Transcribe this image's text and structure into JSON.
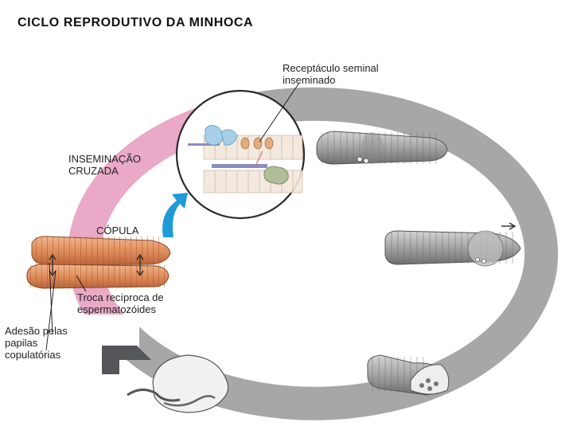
{
  "title": "CICLO REPRODUTIVO DA MINHOCA",
  "labels": {
    "receptaculo": [
      "Receptáculo seminal",
      "inseminado"
    ],
    "inseminacao": [
      "INSEMINAÇÃO",
      "CRUZADA"
    ],
    "copula": "CÓPULA",
    "troca": [
      "Troca recíproca de",
      "espermatozóides"
    ],
    "adesao": [
      "Adesão pelas",
      "papilas",
      "copulatórias"
    ]
  },
  "colors": {
    "ring_pink": "#e8a7c5",
    "ring_gray": "#a5a5a5",
    "arrow_dark": "#55565a",
    "arrow_blue": "#1f9bd8",
    "worm_orange": "#e39466",
    "worm_gray": "#9d9d9d"
  },
  "icons": [
    "curved-cycle-arrow",
    "worm-icon",
    "cocoon-icon",
    "magnifier-circle"
  ]
}
